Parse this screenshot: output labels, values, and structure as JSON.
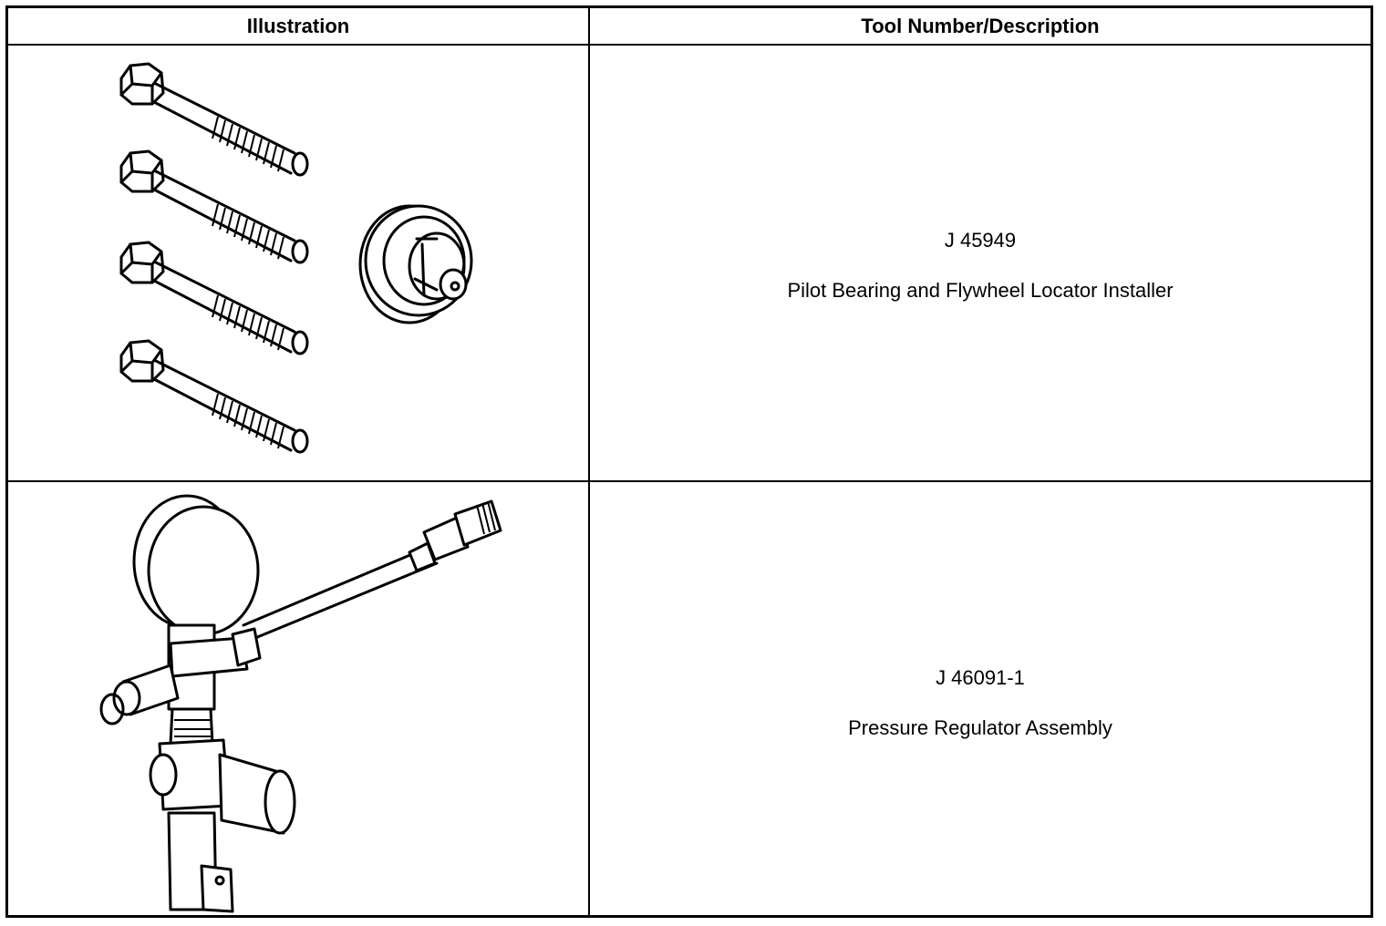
{
  "table": {
    "headers": [
      "Illustration",
      "Tool Number/Description"
    ],
    "rows": [
      {
        "tool_number": "J 45949",
        "description": "Pilot Bearing and Flywheel Locator Installer"
      },
      {
        "tool_number": "J 46091-1",
        "description": "Pressure Regulator Assembly"
      }
    ]
  }
}
